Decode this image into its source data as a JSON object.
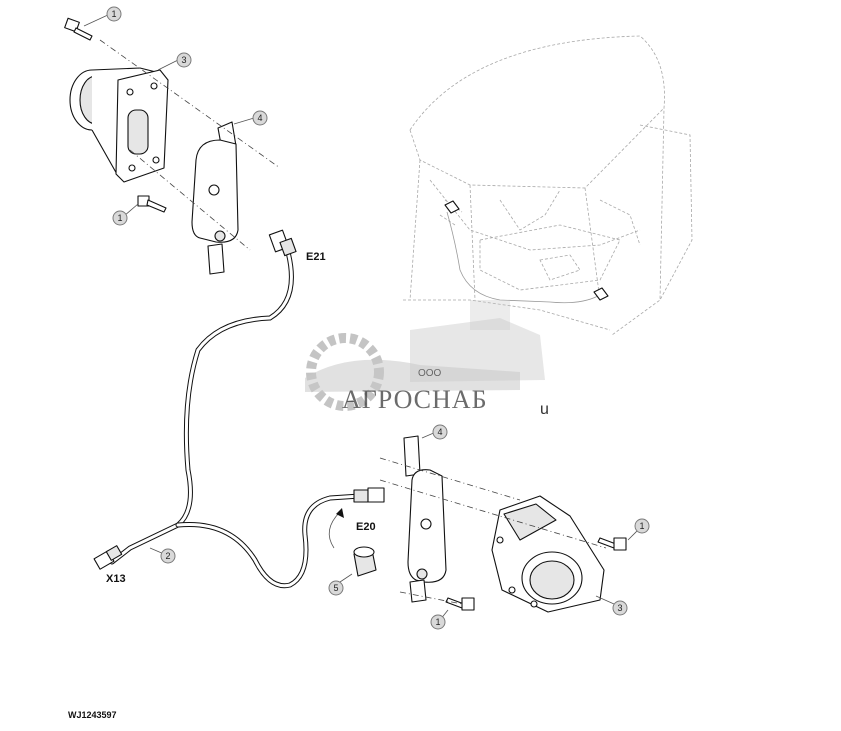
{
  "callouts": {
    "c1": "1",
    "c2": "2",
    "c3": "3",
    "c4": "4",
    "c5": "5"
  },
  "connectors": {
    "e21": "E21",
    "e20": "E20",
    "x13": "X13"
  },
  "watermark": {
    "company_prefix": "ООО",
    "company_name": "АГРОСНАБ",
    "suffix": "u"
  },
  "figure_code": "WJ1243597"
}
